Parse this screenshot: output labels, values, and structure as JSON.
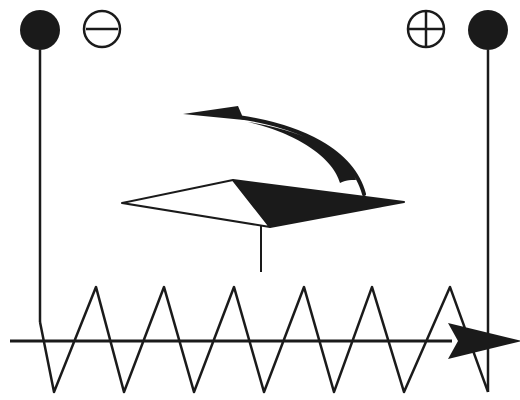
{
  "diagram": {
    "kind": "electromagnetism-illustration",
    "colors": {
      "ink": "#1a1a1a",
      "paper": "#ffffff"
    },
    "terminals": {
      "left": {
        "polarity": "negative",
        "symbol": "minus-in-circle"
      },
      "right": {
        "polarity": "positive",
        "symbol": "plus-in-circle"
      }
    },
    "coil_turns": 6
  }
}
